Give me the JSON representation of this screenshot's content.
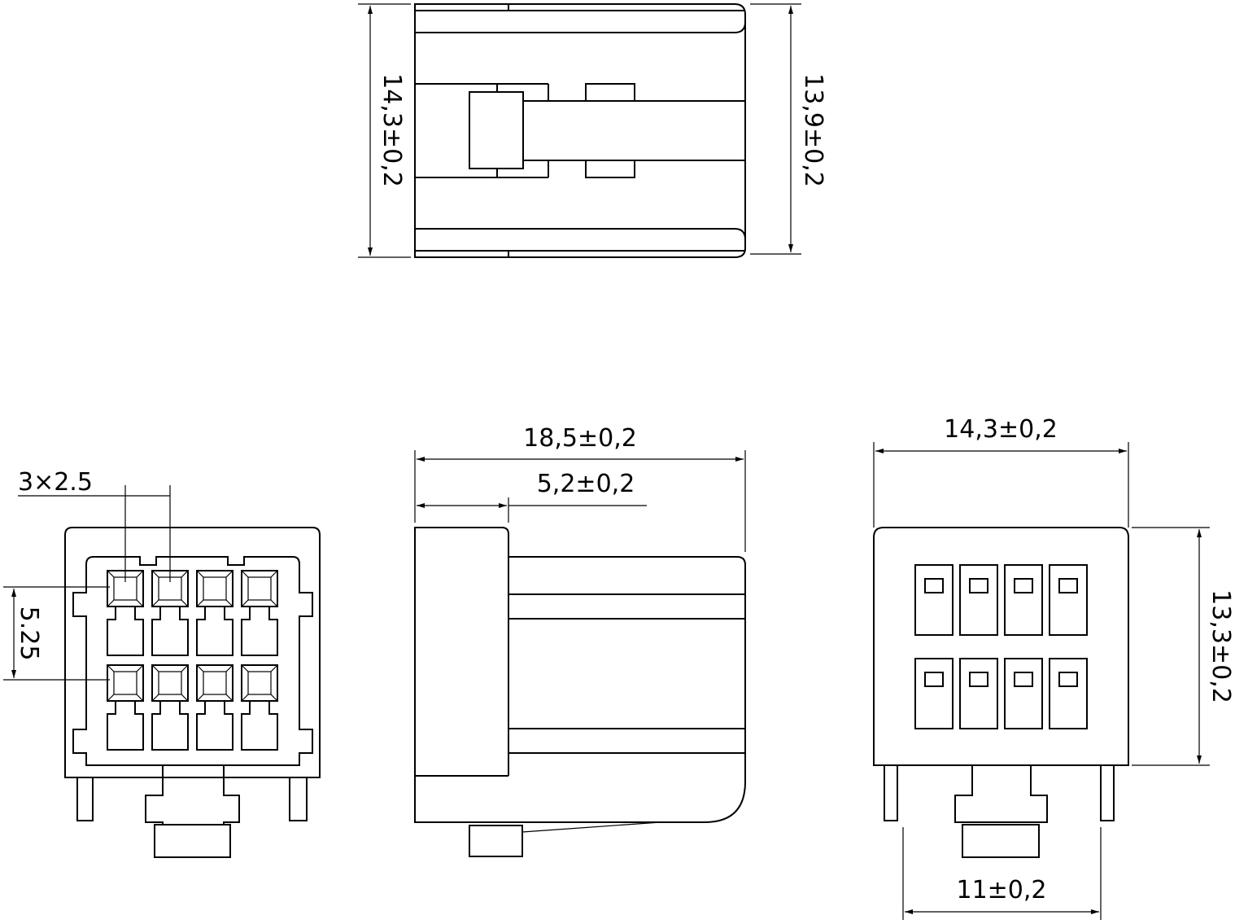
{
  "drawing": {
    "top_view": {
      "dim_left": "14,3±0,2",
      "dim_right": "13,9±0,2"
    },
    "front_view": {
      "pitch_label": "3×2.5",
      "row_pitch_label": "5.25"
    },
    "side_view": {
      "length_label": "18,5±0,2",
      "offset_label": "5,2±0,2"
    },
    "rear_view": {
      "width_label": "14,3±0,2",
      "height_label": "13,3±0,2",
      "peg_label": "11±0,2"
    }
  }
}
